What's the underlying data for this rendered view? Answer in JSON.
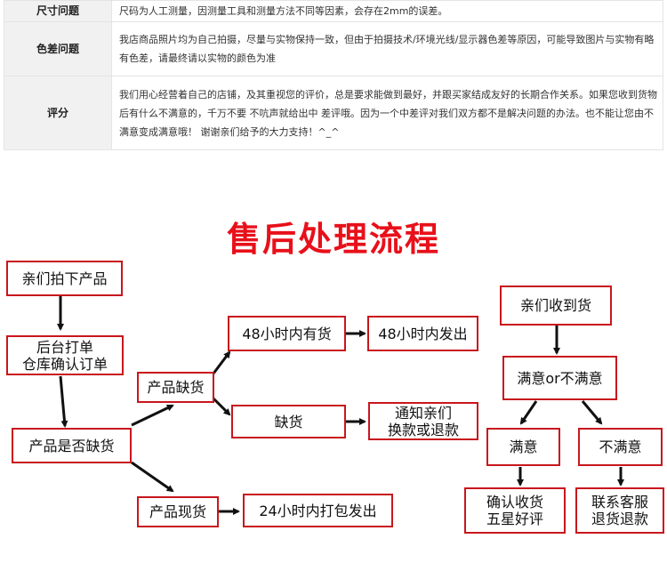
{
  "info_table": [
    {
      "label": "尺寸问题",
      "text": "尺码为人工测量，因测量工具和测量方法不同等因素，会存在2mm的误差。"
    },
    {
      "label": "色差问题",
      "text": "我店商品照片均为自己拍摄，尽量与实物保持一致，但由于拍摄技术/环境光线/显示器色差等原因，可能导致图片与实物有略有色差，请最终请以实物的颜色为准"
    },
    {
      "label": "评分",
      "text": "我们用心经营着自己的店铺，及其重视您的评价，总是要求能做到最好，并跟买家结成友好的长期合作关系。如果您收到货物后有什么不满意的，千万不要 不吭声就给出中 差评哦。因为一个中差评对我们双方都不是解决问题的办法。也不能让您由不满意变成满意哦！ 谢谢亲们给予的大力支持！^_^"
    }
  ],
  "flow": {
    "title": "售后处理流程",
    "nodes": {
      "order": "亲们拍下产品",
      "confirm": "后台打单\n仓库确认订单",
      "check_stock": "产品是否缺货",
      "out_of_stock": "产品缺货",
      "in_stock": "产品现货",
      "has_48h": "48小时内有货",
      "ship_48h": "48小时内发出",
      "missing": "缺货",
      "notify": "通知亲们\n换款或退款",
      "ship_24h": "24小时内打包发出",
      "received": "亲们收到货",
      "satisfied_or_not": "满意or不满意",
      "satisfied": "满意",
      "unsatisfied": "不满意",
      "five_star": "确认收货\n五星好评",
      "contact": "联系客服\n退货退款"
    }
  }
}
